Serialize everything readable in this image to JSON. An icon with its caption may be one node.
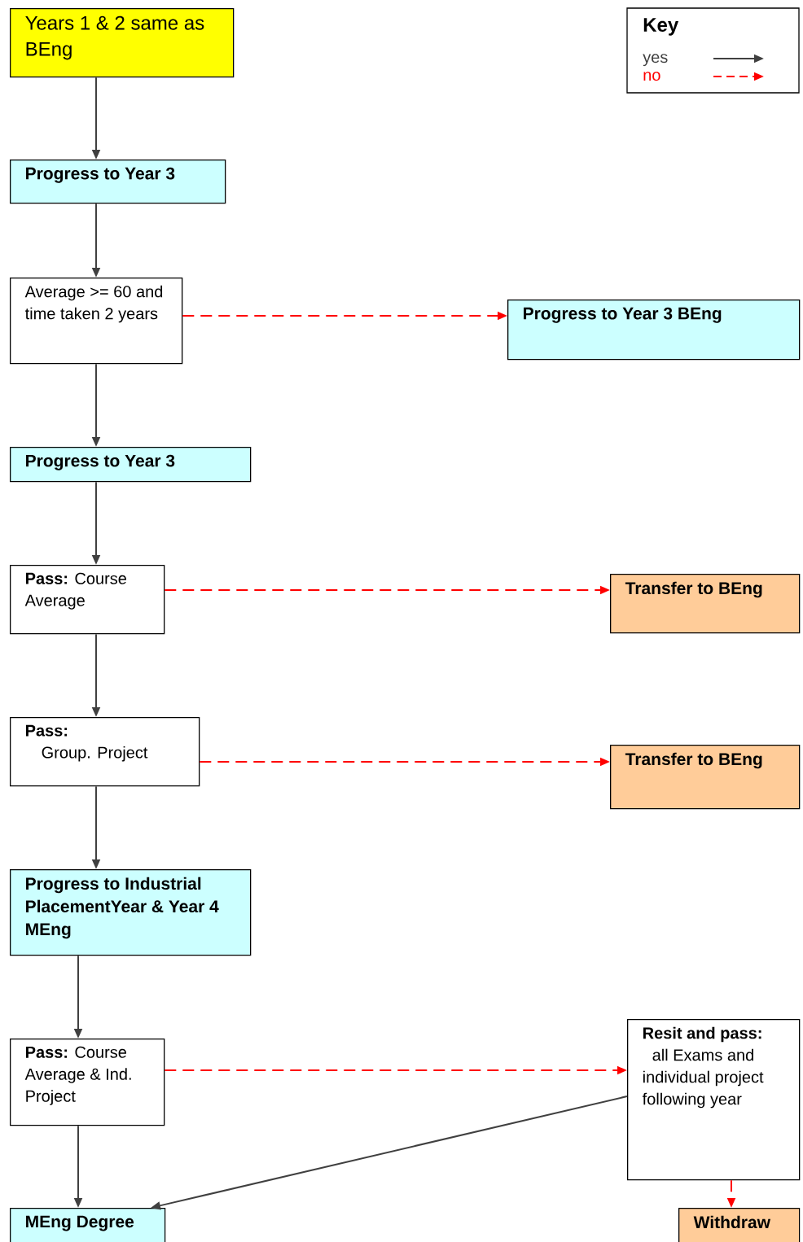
{
  "diagram": {
    "nodes": [
      {
        "text": [
          "Years 1 & 2 same as BEng"
        ]
      },
      {
        "text": [
          "Progress to Year 3"
        ]
      },
      {
        "text": [
          "Average >= 60 and time taken 2 years"
        ]
      },
      {
        "text": [
          "Progress to Year 3 BEng"
        ]
      },
      {
        "text": [
          "Progress to Year 3"
        ]
      },
      {
        "text": [
          "**Pass:** Course Average"
        ]
      },
      {
        "text": [
          "Transfer to BEng"
        ]
      },
      {
        "text": [
          "Pass:",
          "Group. Project"
        ]
      },
      {
        "text": [
          "Transfer to BEng"
        ]
      },
      {
        "text": [
          "Progress to Industrial PlacementYear & Year 4 MEng"
        ]
      },
      {
        "text": [
          "**Pass:** Course Average & Ind. Project"
        ]
      },
      {
        "text": [
          "Resit and pass:",
          "all Exams and individual project following year"
        ]
      },
      {
        "text": [
          "MEng Degree"
        ]
      },
      {
        "text": [
          "Withdraw"
        ]
      }
    ],
    "edges": [
      {
        "from": 0,
        "to": 1,
        "arrow": "to"
      },
      {
        "from": 1,
        "to": 2,
        "arrow": "to"
      },
      {
        "from": 2,
        "to": 3,
        "arrow": "to",
        "style": "dashed",
        "color": "#ff0000"
      },
      {
        "from": 2,
        "to": 4,
        "arrow": "to"
      },
      {
        "from": 4,
        "to": 5,
        "arrow": "to"
      },
      {
        "from": 5,
        "to": 6,
        "arrow": "to",
        "style": "dashed",
        "color": "#ff0000"
      },
      {
        "from": 5,
        "to": 7,
        "arrow": "to"
      },
      {
        "from": 7,
        "to": 8,
        "arrow": "to",
        "style": "dashed",
        "color": "#ff0000"
      },
      {
        "from": 7,
        "to": 9,
        "arrow": "to"
      },
      {
        "from": 9,
        "to": 10,
        "arrow": "to"
      },
      {
        "from": 10,
        "to": 11,
        "arrow": "to",
        "style": "dashed",
        "color": "#ff0000"
      },
      {
        "from": 10,
        "to": 12,
        "arrow": "to"
      },
      {
        "from": 11,
        "to": 12,
        "arrow": "to"
      },
      {
        "from": 11,
        "to": 13,
        "arrow": "to",
        "style": "dashed",
        "color": "#ff0000"
      }
    ],
    "labels": [
      "Key"
    ],
    "legend": [
      {
        "text": "yes"
      },
      {
        "text": "no"
      }
    ]
  }
}
